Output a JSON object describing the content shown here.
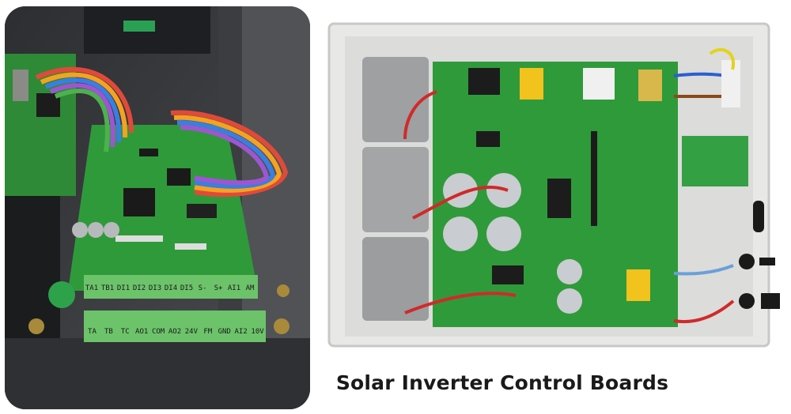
{
  "caption": "Solar Inverter Control Boards",
  "left_photo": {
    "terminal_row_top": [
      "TA1",
      "TB1",
      "DI1",
      "DI2",
      "DI3",
      "DI4",
      "DI5",
      "S-",
      "S+",
      "AI1",
      "AM"
    ],
    "terminal_row_bottom": [
      "TA",
      "TB",
      "TC",
      "AO1",
      "COM",
      "AO2",
      "24V",
      "FM",
      "GND",
      "AI2",
      "10V"
    ]
  },
  "colors": {
    "pcb_green": "#2f9a3a",
    "terminal_green": "#6cc36a",
    "enclosure_grey": "#e8e8e6",
    "heatsink_grey": "#9ea0a2",
    "capacitor_silver": "#c9ccd0",
    "caption_text": "#1a1a1a"
  }
}
